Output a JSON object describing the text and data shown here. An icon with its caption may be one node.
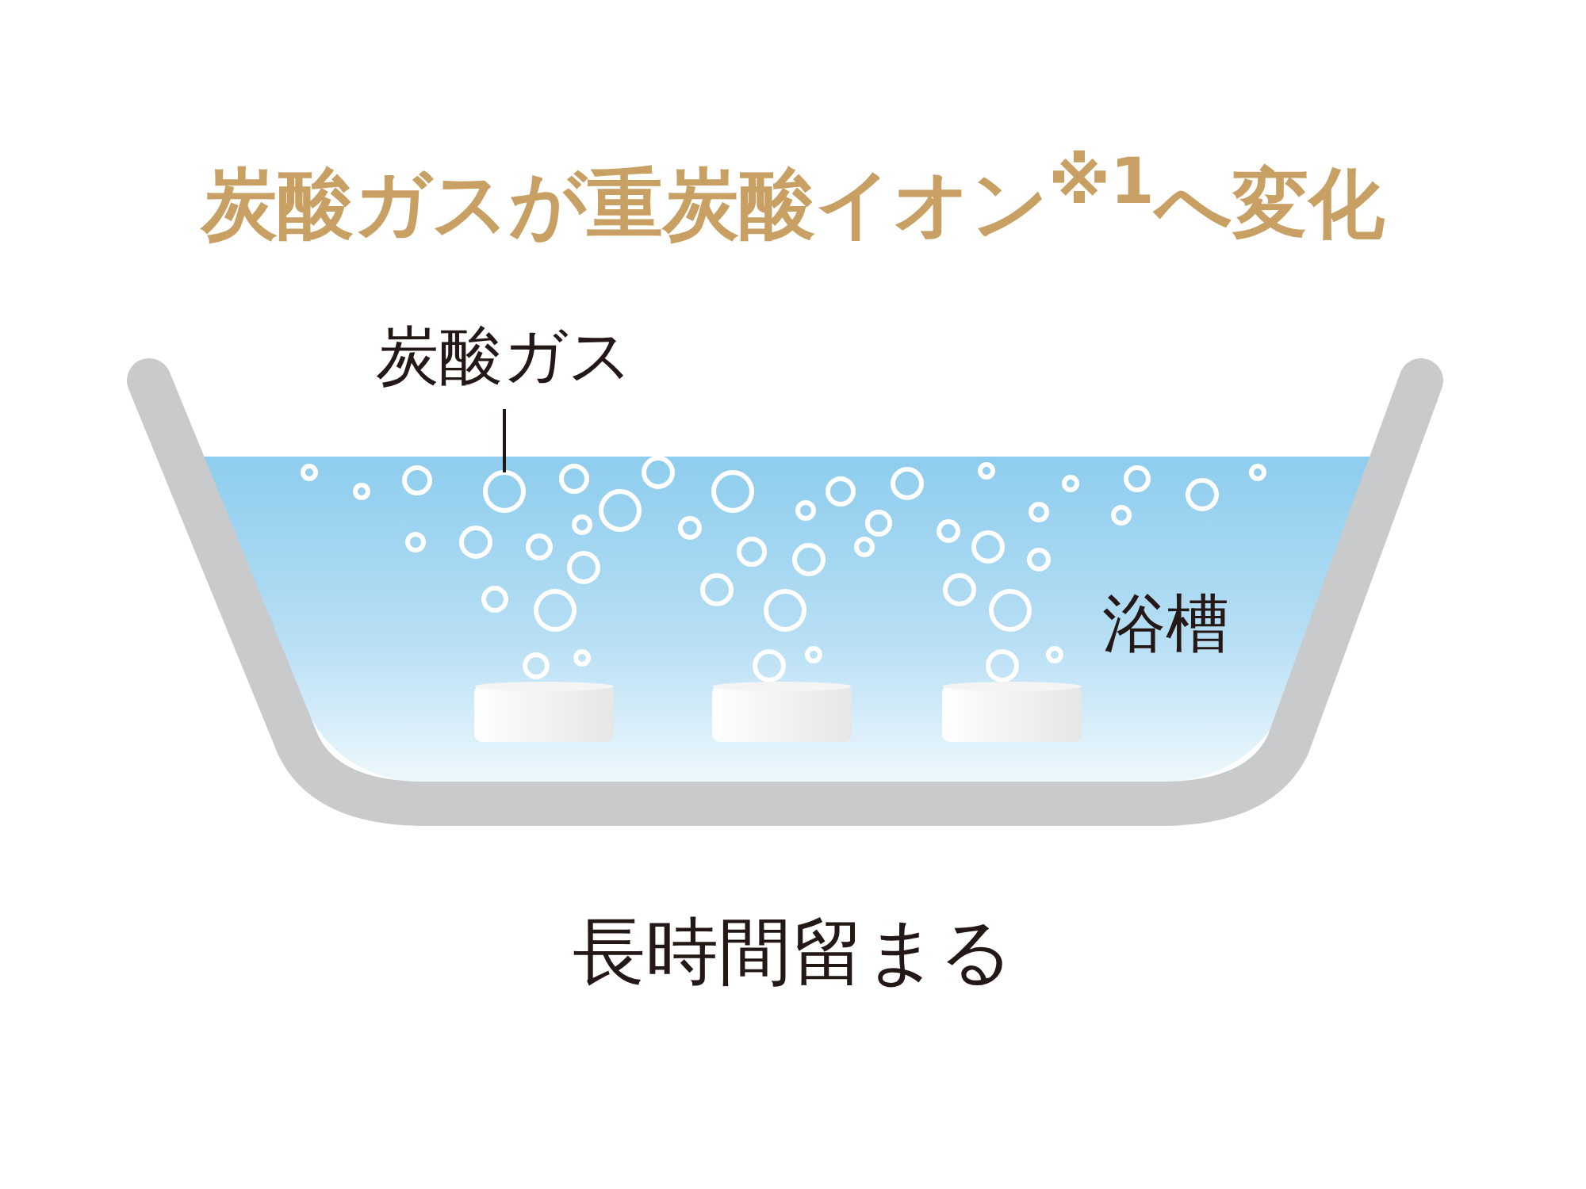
{
  "diagram": {
    "title": "炭酸ガスが重炭酸イオン$^{※1}$へ変化",
    "nodes": [
      {
        "text": [
          "炭酸ガス"
        ]
      },
      {
        "text": [],
        "shape": "circle"
      }
    ],
    "edges": [
      {
        "from": 0,
        "to": 1,
        "arrow": "none"
      }
    ],
    "labels": [
      "浴槽",
      "長時間留まる"
    ]
  }
}
